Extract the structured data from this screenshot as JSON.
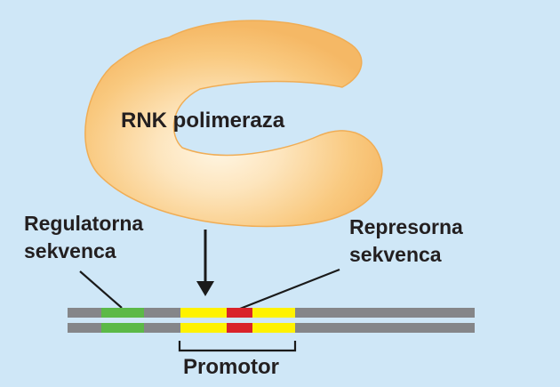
{
  "polymerase": {
    "label": "RNK polimeraza",
    "fill": "#f9c77f",
    "highlight": "#fde9c8"
  },
  "regulatory": {
    "line1": "Regulatorna",
    "line2": "sekvenca",
    "color": "#5cb947"
  },
  "repressor": {
    "line1": "Represorna",
    "line2": "sekvenca",
    "color": "#d9222a"
  },
  "promoter": {
    "label": "Promotor",
    "color": "#fff200"
  },
  "dna": {
    "color": "#858689"
  },
  "background": "#cfe7f7"
}
